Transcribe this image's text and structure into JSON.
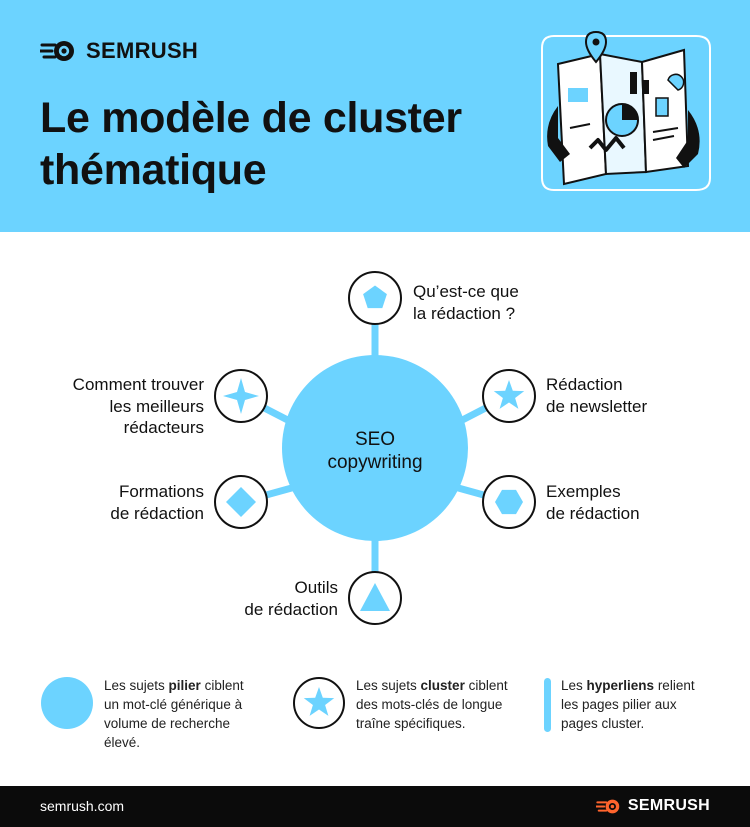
{
  "brand": {
    "name": "SEMRUSH",
    "accent": "#6cd3ff",
    "orange": "#ff642d"
  },
  "title": {
    "line1": "Le modèle de cluster",
    "line2": "thématique"
  },
  "pillar": {
    "line1": "SEO",
    "line2": "copywriting",
    "icon": "circle"
  },
  "clusters": [
    {
      "lines": [
        "Qu’est-ce que",
        "la rédaction ?"
      ],
      "icon": "pentagon"
    },
    {
      "lines": [
        "Rédaction",
        "de newsletter"
      ],
      "icon": "star"
    },
    {
      "lines": [
        "Exemples",
        "de rédaction"
      ],
      "icon": "hexagon"
    },
    {
      "lines": [
        "Outils",
        "de rédaction"
      ],
      "icon": "triangle"
    },
    {
      "lines": [
        "Formations",
        "de rédaction"
      ],
      "icon": "diamond"
    },
    {
      "lines": [
        "Comment trouver",
        "les meilleurs",
        "rédacteurs"
      ],
      "icon": "four-point-star"
    }
  ],
  "legend": [
    {
      "before": "Les sujets ",
      "bold": "pilier",
      "after": " ciblent un mot-clé générique à volume de recherche élevé.",
      "icon": "circle"
    },
    {
      "before": "Les sujets ",
      "bold": "cluster",
      "after": " ciblent des mots-clés de longue traîne spécifiques.",
      "icon": "star"
    },
    {
      "before": "Les ",
      "bold": "hyperliens",
      "after": " relient les pages pilier aux pages cluster.",
      "icon": "line"
    }
  ],
  "footer": {
    "url": "semrush.com",
    "brand": "SEMRUSH"
  }
}
